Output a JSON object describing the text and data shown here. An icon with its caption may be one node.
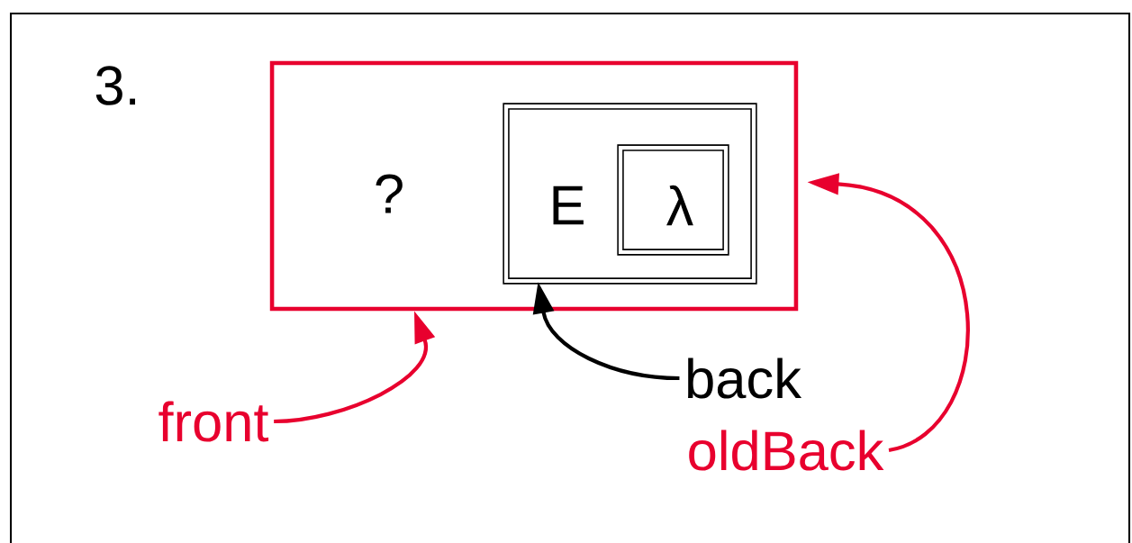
{
  "diagram": {
    "nodes": [
      {
        "text": [
          "?"
        ]
      },
      {
        "text": [
          "E"
        ],
        "in": 0
      },
      {
        "text": [
          "λ"
        ],
        "in": 1
      },
      {
        "text": [
          "front"
        ]
      },
      {
        "text": [
          "back"
        ]
      },
      {
        "text": [
          "oldBack"
        ]
      }
    ],
    "edges": [
      {
        "from": 3,
        "to": 0,
        "arrow": "to"
      },
      {
        "from": 4,
        "to": 1,
        "arrow": "to",
        "color": "#000000"
      },
      {
        "from": 5,
        "to": 0,
        "arrow": "to"
      }
    ],
    "labels": [
      "3."
    ]
  }
}
